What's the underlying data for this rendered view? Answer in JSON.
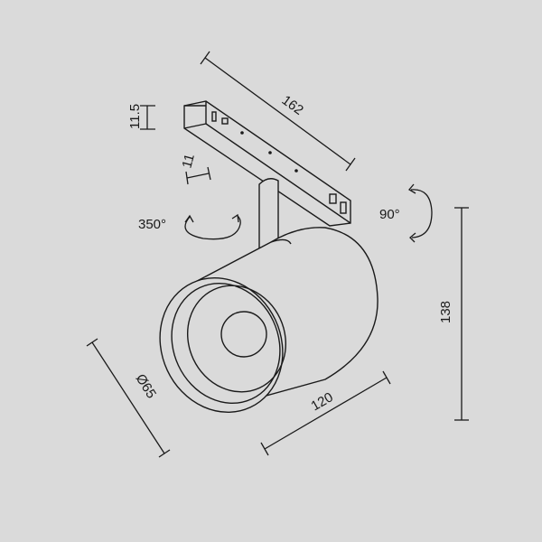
{
  "dimensions": {
    "rail_length": "162",
    "rail_height": "11.5",
    "stem_width": "11",
    "rotation_horizontal": "350°",
    "rotation_vertical": "90°",
    "total_height": "138",
    "body_length": "120",
    "diameter": "Ø65"
  },
  "colors": {
    "background": "#dadada",
    "line": "#1a1a1a"
  }
}
